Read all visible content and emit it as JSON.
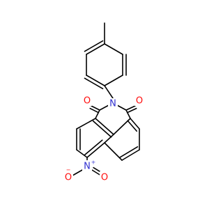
{
  "colors": {
    "bond": "#000000",
    "oxygen": "#ff0d0d",
    "nitrogen": "#2f2fd0",
    "background": "#ffffff"
  },
  "atoms": [
    {
      "id": "O1",
      "text": "O",
      "element": "O"
    },
    {
      "id": "N_imide",
      "text": "N",
      "element": "N"
    },
    {
      "id": "O2",
      "text": "O",
      "element": "O"
    },
    {
      "id": "N_nitro",
      "text": "N",
      "element": "N",
      "charge": "+"
    },
    {
      "id": "O_minus",
      "text": "O",
      "element": "O",
      "charge": "−"
    },
    {
      "id": "O_nitro",
      "text": "O",
      "element": "O"
    }
  ]
}
